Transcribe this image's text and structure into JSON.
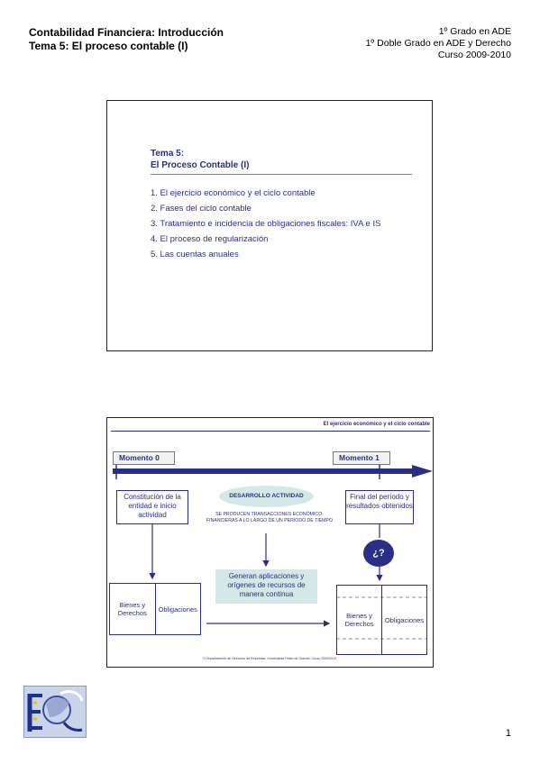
{
  "header": {
    "left_line1": "Contabilidad Financiera: Introducción",
    "left_line2": "Tema 5: El proceso contable (I)",
    "right_line1": "1º Grado en ADE",
    "right_line2": "1º Doble Grado en ADE y Derecho",
    "right_line3": "Curso 2009-2010"
  },
  "slide1": {
    "title_line1": "Tema 5:",
    "title_line2": "El Proceso Contable (I)",
    "items": [
      "1.  El ejercicio económico y el ciclo contable",
      "2.  Fases del ciclo contable",
      "3.  Tratamiento e incidencia de obligaciones fiscales: IVA e IS",
      "4.  El proceso de regularización",
      "5.  Las cuentas anuales"
    ]
  },
  "slide2": {
    "header": "El ejercicio económico y el ciclo contable",
    "moment0": "Momento 0",
    "moment1": "Momento 1",
    "constitucion": "Constitución de la entidad e inicio actividad",
    "desarrollo": "DESARROLLO ACTIVIDAD",
    "producen": "SE PRODUCEN TRANSACCIONES ECONÓMICO-FINANCIERAS A LO LARGO DE UN PERÍODO DE TIEMPO",
    "final": "Final del período y resultados obtenidos",
    "question": "¿?",
    "generan": "Generan aplicaciones y orígenes de recursos de manera continua",
    "bienes_left": "Bienes y Derechos",
    "obligaciones_left": "Obligaciones",
    "bienes_right": "Bienes y Derechos",
    "obligaciones_right": "Obligaciones",
    "copyright": "© Departamento de Dirección de Empresas. Universidad Pablo de Olavide. Curso 2009/2010"
  },
  "page_number": "1",
  "colors": {
    "navy": "#2b2e86",
    "teal_light": "#d4e8e8"
  }
}
